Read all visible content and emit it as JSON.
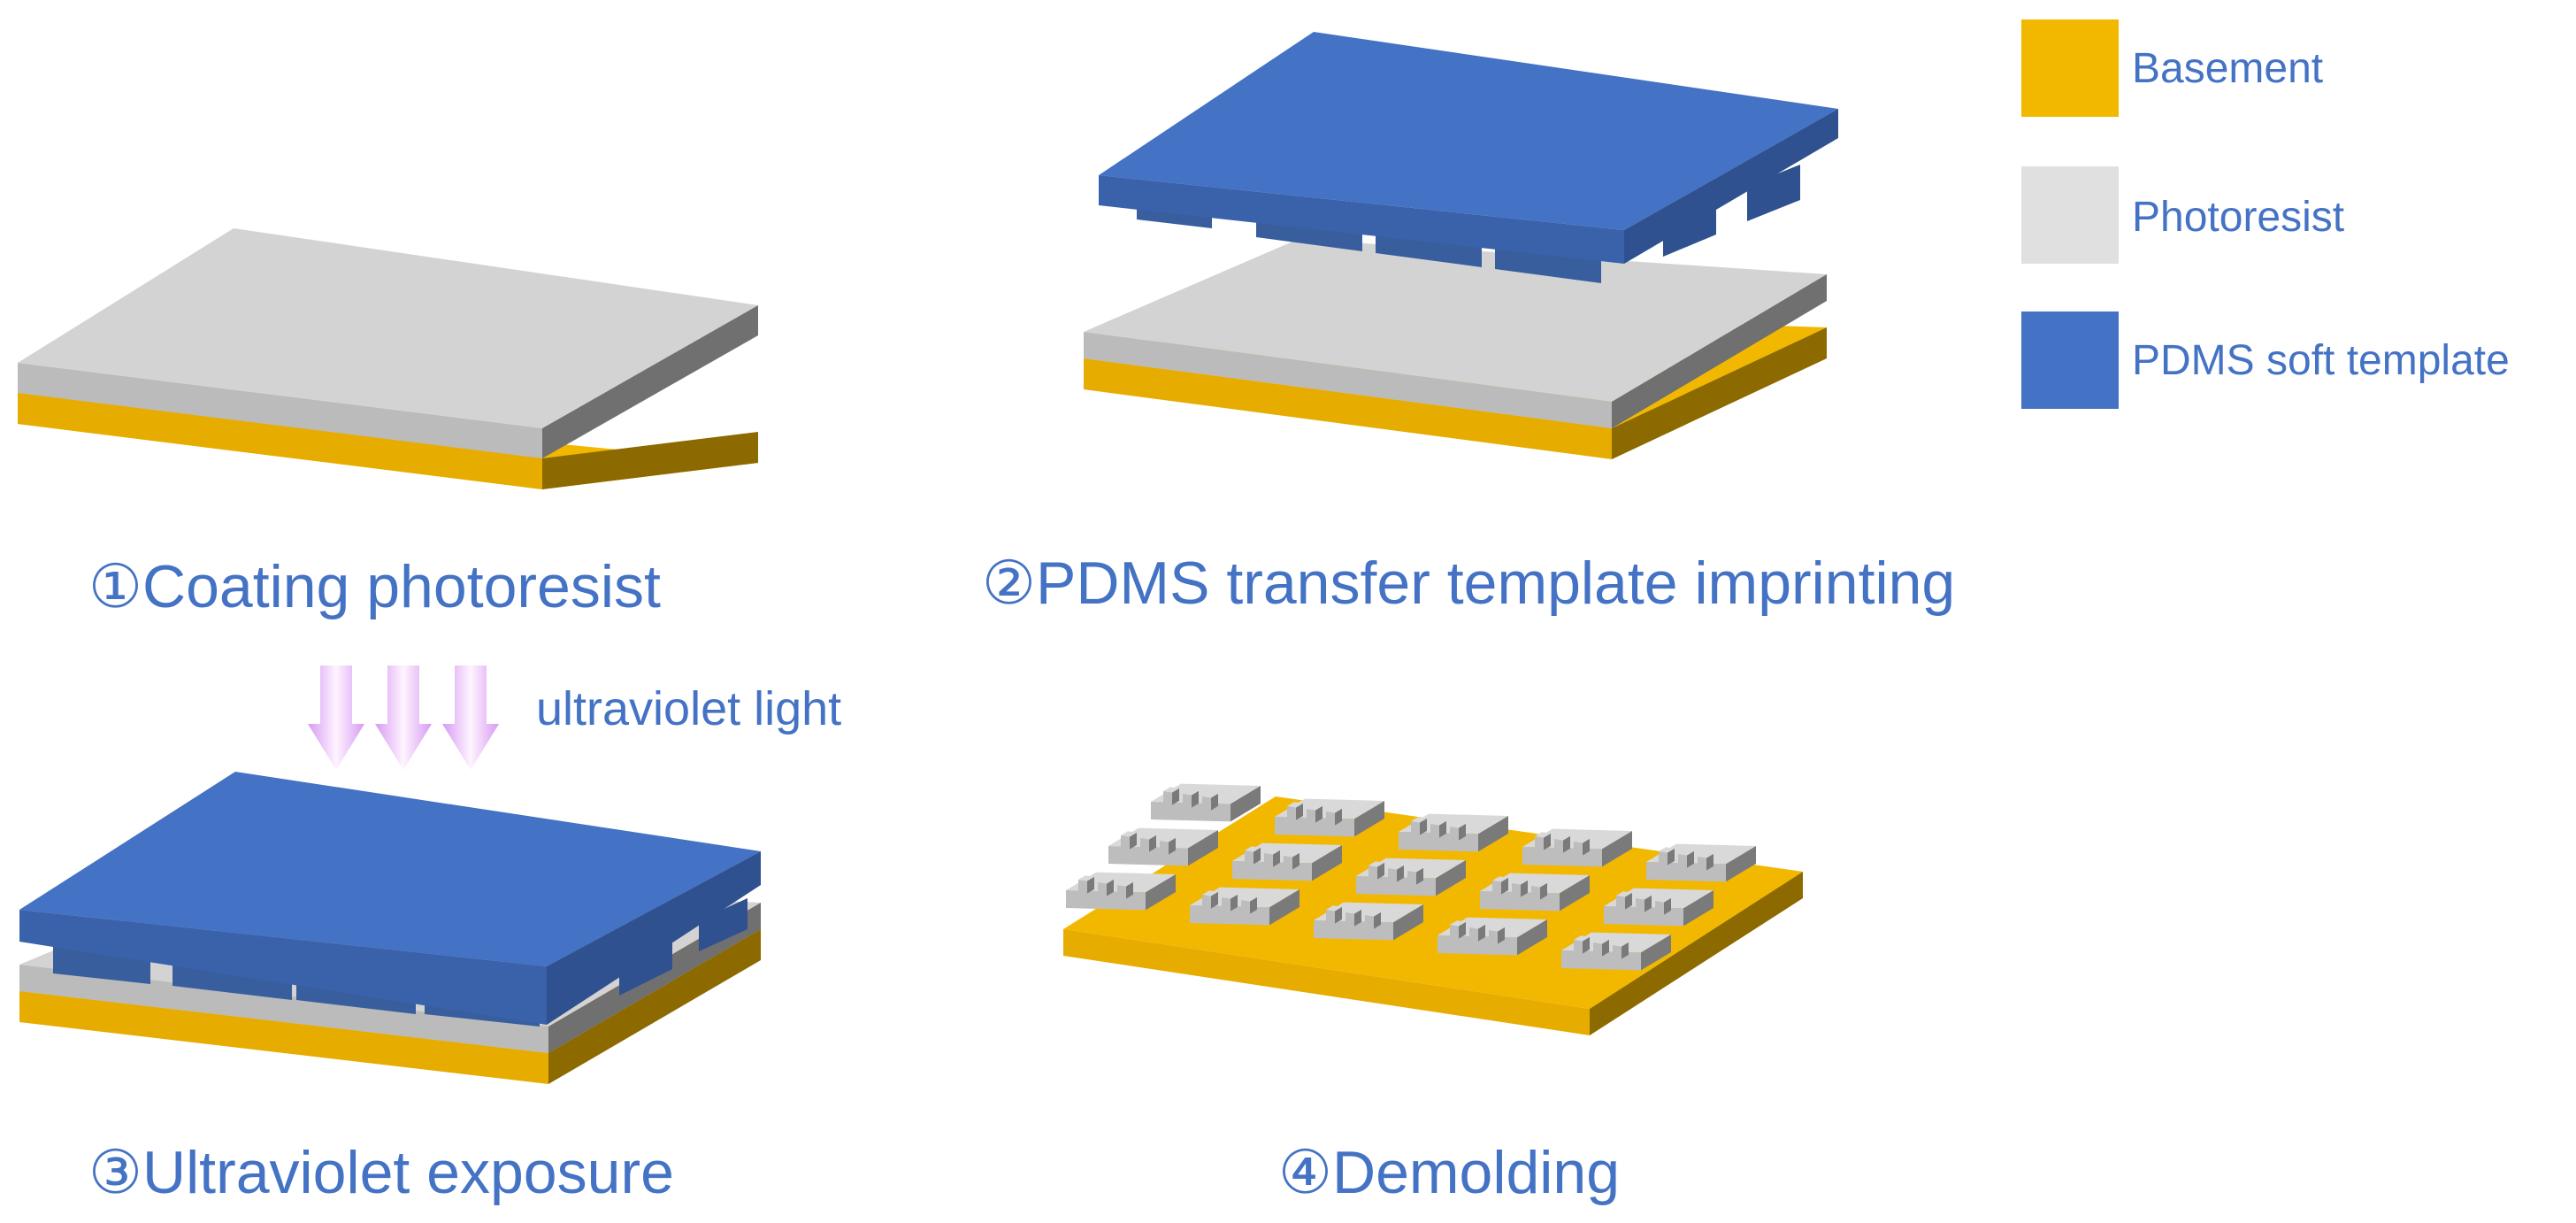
{
  "colors": {
    "basement_top": "#F2B800",
    "basement_front": "#E6AC00",
    "basement_side": "#8C6A00",
    "photoresist_top": "#D3D3D3",
    "photoresist_front": "#BBBBBB",
    "photoresist_side": "#707070",
    "pdms_top": "#4472C4",
    "pdms_front": "#3A62AA",
    "pdms_side": "#2F518F",
    "pdms_tooth": "#385E9E",
    "uv_arrow": "#D8A0F0",
    "label": "#4472C4"
  },
  "legend": [
    {
      "label": "Basement",
      "color": "#F2B800",
      "icon": "basement-swatch"
    },
    {
      "label": "Photoresist",
      "color": "#E0E0E0",
      "icon": "photoresist-swatch"
    },
    {
      "label": "PDMS soft template",
      "color": "#4472C4",
      "icon": "pdms-swatch"
    }
  ],
  "steps": [
    {
      "label": "①Coating photoresist"
    },
    {
      "label": "②PDMS transfer template imprinting"
    },
    {
      "label": "③Ultraviolet exposure"
    },
    {
      "label": "④Demolding"
    }
  ],
  "uv_label": "ultraviolet light",
  "uv_arrow_icon": "down-arrow-icon"
}
